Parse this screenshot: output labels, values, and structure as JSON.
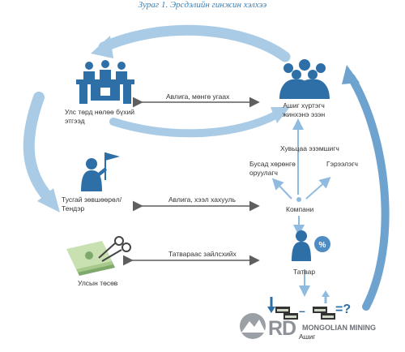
{
  "title": "Зураг 1. Эрсдэлийн гинжин хэлхээ",
  "nodes": {
    "state": "Улс төрд нөлөө бүхий этгээд",
    "beneficial_owner": "Ашиг хүртэгч жинхэнэ эзэн",
    "license": "Тусгай зөвшөөрөл/ Тендэр",
    "company": "Компани",
    "budget": "Улсын төсөв",
    "tax": "Татвар",
    "profit": "Ашиг"
  },
  "edges": {
    "bribe_laundering": "Авлига, мөнгө угаах",
    "bribe_kickback": "Авлига, хээл хахууль",
    "tax_evasion": "Татвараас зайлсхийх",
    "shareholder": "Хувьцаа эзэмшигч",
    "other_investor": "Бусад хөрөнгө оруулагч",
    "contractor": "Гэрээлэгч"
  },
  "formula": {
    "minus": "–",
    "equals_question": "=?"
  },
  "logo": {
    "main": "RD",
    "sub": "MONGOLIAN MINING"
  },
  "colors": {
    "arrow_light": "#a9cbe6",
    "arrow_dark": "#6fa3cf",
    "figure_blue": "#2f6fa8",
    "title_blue": "#3b7fb3"
  }
}
